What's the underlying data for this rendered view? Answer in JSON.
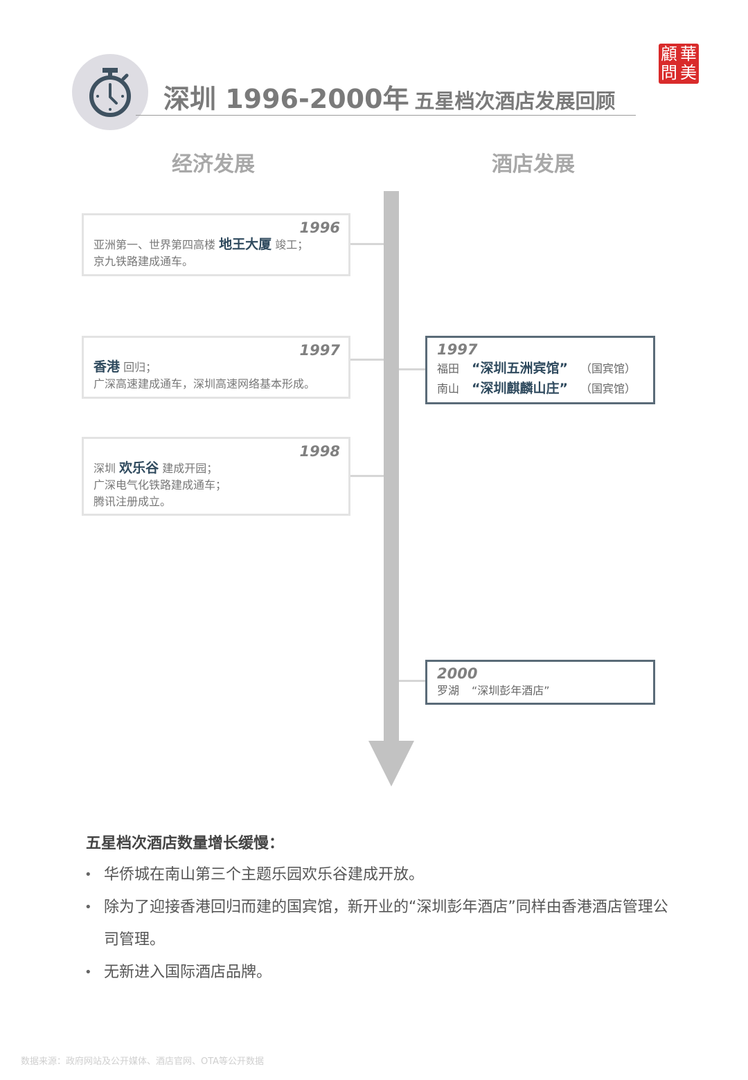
{
  "header": {
    "icon": "stopwatch-icon",
    "title_main": "深圳 1996-2000年",
    "title_sub": "五星档次酒店发展回顾",
    "seal": {
      "chars": [
        "華",
        "美",
        "顧",
        "問"
      ],
      "color": "#d92b2b"
    }
  },
  "columns": {
    "left_heading": "经济发展",
    "right_heading": "酒店发展"
  },
  "economic_events": [
    {
      "year": "1996",
      "lines": [
        {
          "pre": "亚洲第一、世界第四高楼 ",
          "highlight": "地王大厦",
          "post": " 竣工；"
        },
        {
          "pre": "京九铁路建成通车。",
          "highlight": "",
          "post": ""
        }
      ]
    },
    {
      "year": "1997",
      "lines": [
        {
          "pre": "",
          "highlight": "香港",
          "post": " 回归；"
        },
        {
          "pre": "广深高速建成通车，深圳高速网络基本形成。",
          "highlight": "",
          "post": ""
        }
      ]
    },
    {
      "year": "1998",
      "lines": [
        {
          "pre": "深圳 ",
          "highlight": "欢乐谷",
          "post": " 建成开园；"
        },
        {
          "pre": "广深电气化铁路建成通车；",
          "highlight": "",
          "post": ""
        },
        {
          "pre": "腾讯注册成立。",
          "highlight": "",
          "post": ""
        }
      ]
    }
  ],
  "hotel_events": [
    {
      "year": "1997",
      "lines": [
        {
          "district": "福田",
          "name": "“深圳五洲宾馆”",
          "note": "（国宾馆）"
        },
        {
          "district": "南山",
          "name": "“深圳麒麟山庄”",
          "note": "（国宾馆）"
        }
      ]
    },
    {
      "year": "2000",
      "lines": [
        {
          "district": "罗湖",
          "name": "“深圳彭年酒店”",
          "note": ""
        }
      ]
    }
  ],
  "summary": {
    "title": "五星档次酒店数量增长缓慢：",
    "bullet_symbol": "•",
    "bullets": [
      "华侨城在南山第三个主题乐园欢乐谷建成开放。",
      "除为了迎接香港回归而建的国宾馆，新开业的“深圳彭年酒店”同样由香港酒店管理公司管理。",
      "无新进入国际酒店品牌。"
    ]
  },
  "footer": {
    "source": "数据来源：政府网站及公开媒体、酒店官网、OTA等公开数据"
  },
  "colors": {
    "highlight": "#2f4a5e",
    "axis": "#c2c2c2",
    "hotel_border": "#5a6b78",
    "econ_border": "#e3e3e3",
    "icon_bg": "#dedde3"
  }
}
